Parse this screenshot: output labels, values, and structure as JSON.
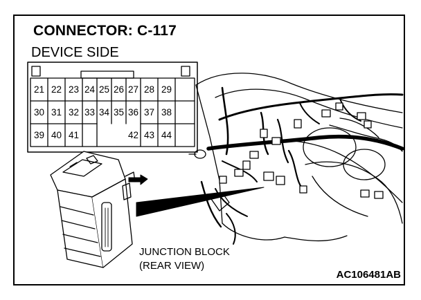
{
  "diagram": {
    "title": "CONNECTOR: C-117",
    "subtitle": "DEVICE SIDE",
    "connector_pins": [
      {
        "row": 1,
        "pins": [
          "21",
          "22",
          "23",
          "24",
          "25",
          "26",
          "27",
          "28",
          "29"
        ]
      },
      {
        "row": 2,
        "pins": [
          "30",
          "31",
          "32",
          "33",
          "34",
          "35",
          "36",
          "37",
          "38"
        ]
      },
      {
        "row": 3,
        "pins": [
          "39",
          "40",
          "41",
          "",
          "",
          "",
          "42",
          "43",
          "44"
        ]
      }
    ],
    "component_label_line1": "JUNCTION BLOCK",
    "component_label_line2": "(REAR VIEW)",
    "figure_code": "AC106481AB"
  }
}
